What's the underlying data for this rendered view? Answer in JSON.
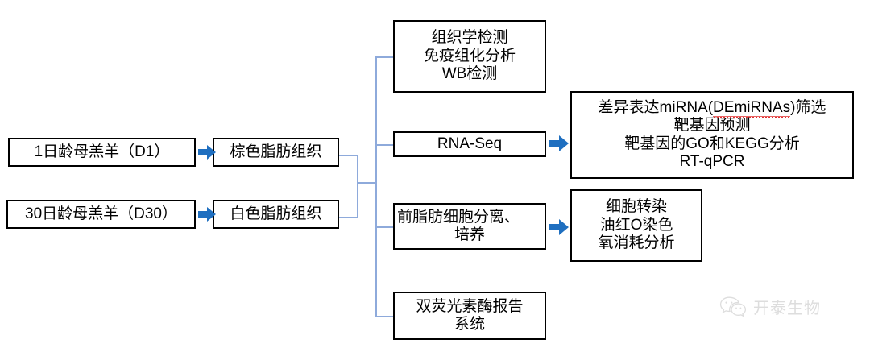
{
  "figure": {
    "type": "flowchart",
    "title": "Experimental design flowchart (sheep brown/white adipose tissue miRNA study)",
    "colors": {
      "box_border": "#000000",
      "box_fill": "#ffffff",
      "arrow_blue": "#1F6FC0",
      "connector_blue": "#8EAADB",
      "spellcheck_red": "#e03030",
      "watermark_gray": "#c9c9c9"
    }
  },
  "animals": [
    {
      "id": "d1",
      "label": "1日龄母羔羊（D1）"
    },
    {
      "id": "d30",
      "label": "30日龄母羔羊（D30）"
    }
  ],
  "tissues": [
    {
      "id": "bat",
      "label": "棕色脂肪组织"
    },
    {
      "id": "wat",
      "label": "白色脂肪组织"
    }
  ],
  "methods": [
    {
      "id": "histology",
      "lines": [
        "组织学检测",
        "免疫组化分析",
        "WB检测"
      ]
    },
    {
      "id": "rnaseq",
      "lines": [
        "RNA-Seq"
      ]
    },
    {
      "id": "preadipocyte",
      "lines": [
        "前脂肪细胞分离、",
        "培养"
      ]
    },
    {
      "id": "luciferase",
      "lines": [
        "双荧光素酶报告",
        "系统"
      ]
    }
  ],
  "outcomes": [
    {
      "id": "mirna-analysis",
      "lines_pre": "差异表达miRNA(",
      "lines_spell": "DEmiRNAs",
      "lines_post": ")筛选",
      "line2": "靶基因预测",
      "line3": "靶基因的GO和KEGG分析",
      "line4": "RT-qPCR"
    },
    {
      "id": "cell-assays",
      "lines": [
        "细胞转染",
        "油红O染色",
        "氧消耗分析"
      ]
    }
  ],
  "watermark": {
    "icon": "wechat-icon",
    "text": "开泰生物"
  }
}
